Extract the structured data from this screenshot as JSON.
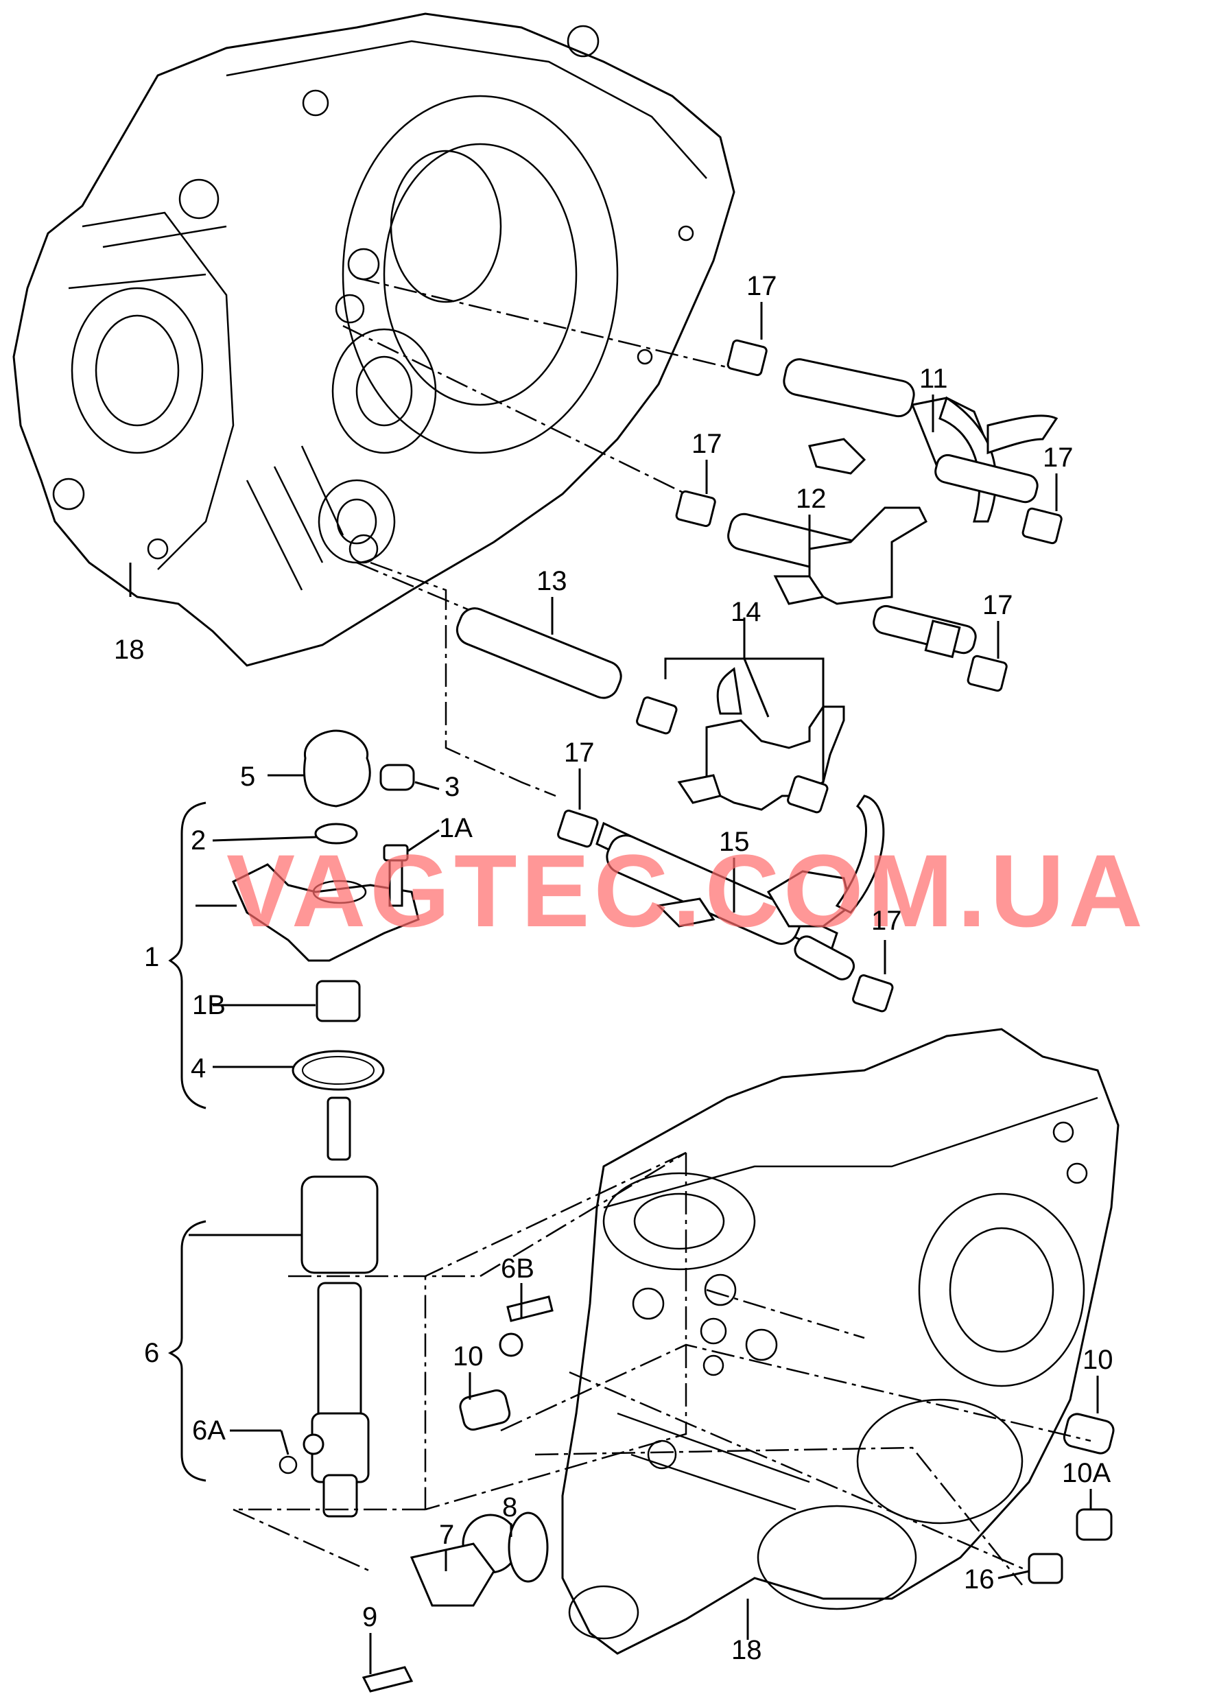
{
  "diagram": {
    "labels": {
      "p1": "1",
      "p1A": "1A",
      "p1B": "1B",
      "p2": "2",
      "p3": "3",
      "p4": "4",
      "p5": "5",
      "p6": "6",
      "p6A": "6A",
      "p6B": "6B",
      "p7": "7",
      "p8": "8",
      "p9": "9",
      "p10_left": "10",
      "p10_right": "10",
      "p10A": "10A",
      "p11": "11",
      "p12": "12",
      "p13": "13",
      "p14": "14",
      "p15": "15",
      "p16": "16",
      "p17_a": "17",
      "p17_b": "17",
      "p17_c": "17",
      "p17_d": "17",
      "p17_e": "17",
      "p17_f": "17",
      "p18_top": "18",
      "p18_bottom": "18"
    },
    "watermark": "VAGTEC.COM.UA"
  }
}
